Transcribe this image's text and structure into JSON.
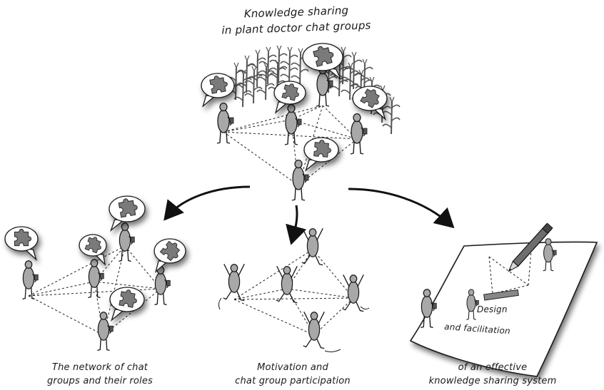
{
  "header": {
    "title_line1": "Knowledge sharing",
    "title_line2": "in plant doctor chat groups"
  },
  "panels": [
    {
      "line1": "The network of chat",
      "line2": "groups and their roles"
    },
    {
      "line1": "Motivation and",
      "line2": "chat group participation"
    },
    {
      "line1": "of an effective",
      "line2": "knowledge sharing system"
    }
  ],
  "paper": {
    "design_label": "Design",
    "facilitation_label": "and facilitation"
  },
  "colors": {
    "ink": "#1a1a1a",
    "figure_fill": "#a8a8a8",
    "bubble_fill": "#ffffff",
    "puzzle_fill": "#7a7a7a",
    "crop": "#555555"
  },
  "icons": [
    "puzzle-piece-icon",
    "speech-bubble-icon",
    "pencil-icon",
    "maize-plant-icon"
  ]
}
